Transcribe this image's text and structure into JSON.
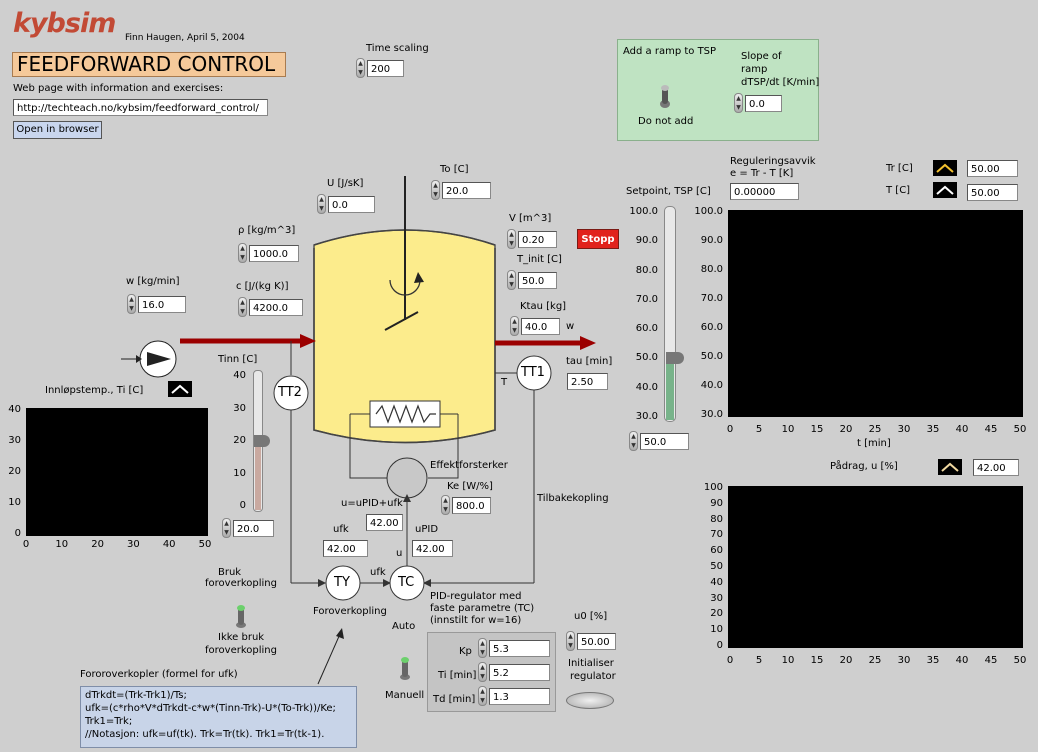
{
  "app": {
    "logo": "kybsim",
    "author": "Finn Haugen, April 5, 2004",
    "title": "FEEDFORWARD CONTROL",
    "web_label": "Web page with information and exercises:",
    "url": "http://techteach.no/kybsim/feedforward_control/",
    "open_button": "Open in browser"
  },
  "time_scaling": {
    "label": "Time scaling",
    "value": "200"
  },
  "ramp": {
    "title": "Add a ramp to TSP",
    "switch_label": "Do not add",
    "slope_label_1": "Slope of",
    "slope_label_2": "ramp",
    "slope_label_3": "dTSP/dt [K/min]",
    "slope_value": "0.0"
  },
  "process": {
    "U_label": "U [J/sK]",
    "U_value": "0.0",
    "To_label": "To [C]",
    "To_value": "20.0",
    "rho_label": "ρ [kg/m^3]",
    "rho_value": "1000.0",
    "V_label": "V [m^3]",
    "V_value": "0.20",
    "Tinit_label": "T_init [C]",
    "Tinit_value": "50.0",
    "w_label": "w [kg/min]",
    "w_value": "16.0",
    "c_label": "c [J/(kg K)]",
    "c_value": "4200.0",
    "Ktau_label": "Ktau [kg]",
    "Ktau_value": "40.0",
    "w_arrow": "w",
    "tau_label": "tau [min]",
    "tau_value": "2.50",
    "T_label": "T",
    "Tinn_label": "Tinn [C]",
    "Tinn_value": "20.0",
    "Ke_label": "Ke [W/%]",
    "Ke_value": "800.0",
    "effekt_label": "Effektforsterker",
    "u_formula": "u=uPID+ufk",
    "u_formula_value": "42.00",
    "ufk_label": "ufk",
    "ufk_value": "42.00",
    "uPID_label": "uPID",
    "uPID_value": "42.00",
    "u_label": "u",
    "ufk_arrow": "ufk",
    "tilbake_label": "Tilbakekopling",
    "forover_label": "Foroverkopling",
    "TT1": "TT1",
    "TT2": "TT2",
    "TY": "TY",
    "TC": "TC",
    "stop_button": "Stopp"
  },
  "inlet_chart": {
    "label": "Innløpstemp., Ti [C]",
    "y_ticks": [
      "40",
      "30",
      "20",
      "10",
      "0"
    ],
    "x_ticks": [
      "0",
      "10",
      "20",
      "30",
      "40",
      "50"
    ]
  },
  "tinn_slider": {
    "ticks": [
      "40",
      "30",
      "20",
      "10",
      "0"
    ],
    "value": 20.0
  },
  "bruk": {
    "on_label_1": "Bruk",
    "on_label_2": "foroverkopling",
    "off_label_1": "Ikke bruk",
    "off_label_2": "foroverkopling"
  },
  "pid": {
    "title_1": "PID-regulator med",
    "title_2": "faste parametre (TC)",
    "title_3": "(innstilt for w=16)",
    "auto": "Auto",
    "manual": "Manuell",
    "Kp_label": "Kp",
    "Kp_value": "5.3",
    "Ti_label": "Ti [min]",
    "Ti_value": "5.2",
    "Td_label": "Td [min]",
    "Td_value": "1.3",
    "u0_label": "u0 [%]",
    "u0_value": "50.00",
    "init_label_1": "Initialiser",
    "init_label_2": "regulator"
  },
  "feedforward_code": {
    "title": "Fororoverkopler (formel for ufk)",
    "lines": [
      "dTrkdt=(Trk-Trk1)/Ts;",
      "ufk=(c*rho*V*dTrkdt-c*w*(Tinn-Trk)-U*(To-Trk))/Ke;",
      "Trk1=Trk;",
      "//Notasjon: ufk=uf(tk). Trk=Tr(tk). Trk1=Tr(tk-1)."
    ]
  },
  "setpoint": {
    "label": "Setpoint, TSP [C]",
    "ticks": [
      "100.0",
      "90.0",
      "80.0",
      "70.0",
      "60.0",
      "50.0",
      "40.0",
      "30.0"
    ],
    "value": "50.0"
  },
  "error": {
    "label_1": "Reguleringsavvik",
    "label_2": "e = Tr - T [K]",
    "value": "0.00000"
  },
  "temp_chart": {
    "Tr_label": "Tr [C]",
    "Tr_value": "50.00",
    "T_label": "T [C]",
    "T_value": "50.00",
    "y_ticks": [
      "100.0",
      "90.0",
      "80.0",
      "70.0",
      "60.0",
      "50.0",
      "40.0",
      "30.0"
    ],
    "x_ticks": [
      "0",
      "5",
      "10",
      "15",
      "20",
      "25",
      "30",
      "35",
      "40",
      "45",
      "50"
    ],
    "x_label": "t [min]"
  },
  "u_chart": {
    "label": "Pådrag, u [%]",
    "value": "42.00",
    "y_ticks": [
      "100",
      "90",
      "80",
      "70",
      "60",
      "50",
      "40",
      "30",
      "20",
      "10",
      "0"
    ],
    "x_ticks": [
      "0",
      "5",
      "10",
      "15",
      "20",
      "25",
      "30",
      "35",
      "40",
      "45",
      "50"
    ]
  },
  "colors": {
    "tank": "#fcec8c",
    "pipe": "#9b0000",
    "background": "#cfcfcf",
    "ramp_panel": "#bfe3c2",
    "slider_fill": "#78b38a"
  }
}
